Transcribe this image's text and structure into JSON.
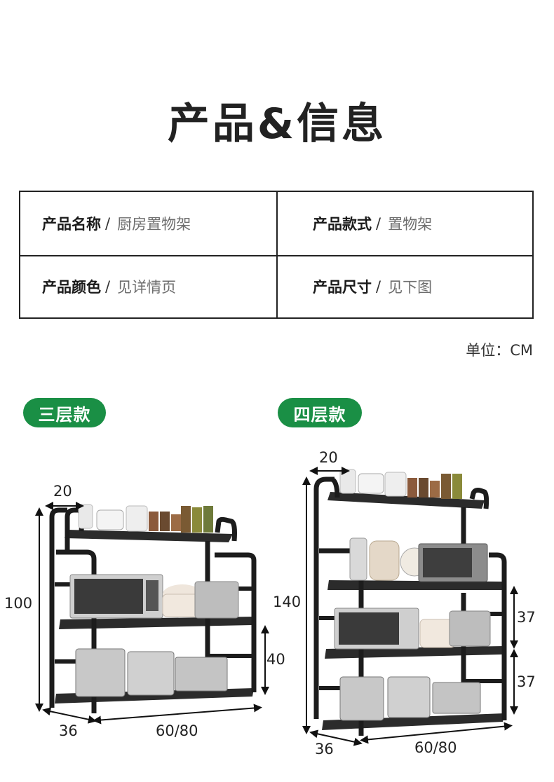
{
  "title": "产品&信息",
  "specs": [
    {
      "key": "产品名称",
      "sep": "/",
      "value": "厨房置物架"
    },
    {
      "key": "产品款式",
      "sep": "/",
      "value": "置物架"
    },
    {
      "key": "产品颜色",
      "sep": "/",
      "value": "见详情页"
    },
    {
      "key": "产品尺寸",
      "sep": "/",
      "value": "见下图"
    }
  ],
  "unit_label": "单位：CM",
  "models": [
    {
      "badge": "三层款",
      "dims": {
        "height": "100",
        "top_depth": "20",
        "lower_height": "40",
        "depth": "36",
        "width": "60/80"
      }
    },
    {
      "badge": "四层款",
      "dims": {
        "height": "140",
        "top_depth": "20",
        "shelf_gap_1": "37",
        "shelf_gap_2": "37",
        "depth": "36",
        "width": "60/80"
      }
    }
  ],
  "colors": {
    "accent": "#1a8f45",
    "frame": "#1c1c1c"
  }
}
